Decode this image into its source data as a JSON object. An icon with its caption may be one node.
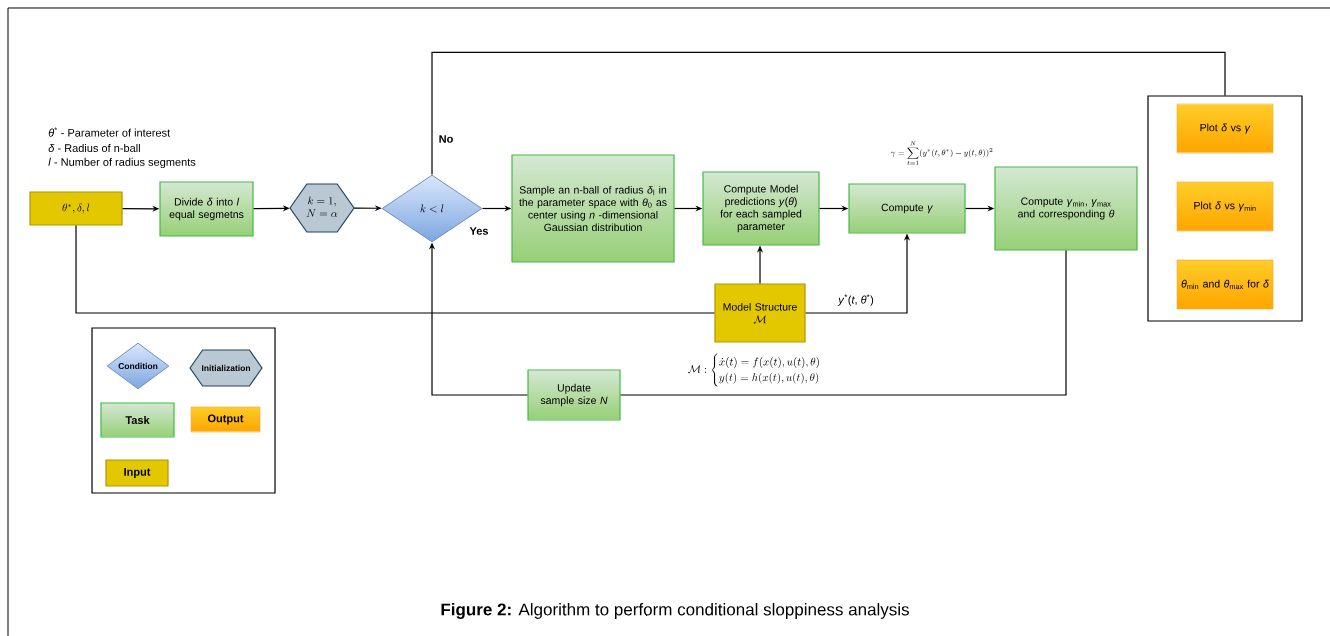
{
  "diagram": {
    "caption": "**Figure 2:** Algorithm to perform conditional sloppiness analysis",
    "nodes": [
      {
        "text": [
          "\\theta^{*}, \\delta, l"
        ]
      },
      {
        "text": [
          "Divide *δ* into *l* equal segmetns"
        ]
      },
      {
        "text": [
          "\\begin{array}{c}k=1,\\\\ N=\\alpha\\end{array}"
        ]
      },
      {
        "text": [
          "k<l"
        ]
      },
      {
        "text": [
          "Sample an n-ball of radius *δ*$_{l}$ in the parameter space with *θ*$_{0}$ as center using *n* -dimensional Gaussian distribution"
        ]
      },
      {
        "text": [
          "Compute Model predictions *y*(*θ*) for each sampled parameter"
        ]
      },
      {
        "text": [
          "Compute *γ*"
        ]
      },
      {
        "text": [
          "Compute *γ*$_{min}$, *γ*$_{max}$ and corresponding *θ*"
        ]
      },
      {
        "text": [],
        "shape": "box"
      },
      {
        "text": [
          "Plot *δ* vs *γ*"
        ],
        "in": 8
      },
      {
        "text": [
          "Plot *δ* vs *γ*$_{min}$"
        ],
        "in": 8
      },
      {
        "text": [
          "*θ*$_{min}$ and *θ*$_{max}$ for *δ*"
        ],
        "in": 8
      },
      {
        "text": [
          "Model Structure",
          "\\mathcal{M}"
        ]
      },
      {
        "text": [
          "Update sample size *N*"
        ]
      }
    ],
    "edges": [
      {
        "from": 0,
        "to": 1,
        "arrow": "to"
      },
      {
        "from": 1,
        "to": 2,
        "arrow": "to"
      },
      {
        "from": 2,
        "to": 3,
        "arrow": "to"
      },
      {
        "from": 3,
        "to": 4,
        "arrow": "to",
        "label": "Yes"
      },
      {
        "from": 4,
        "to": 5,
        "arrow": "to"
      },
      {
        "from": 5,
        "to": 6,
        "arrow": "to"
      },
      {
        "from": 6,
        "to": 7,
        "arrow": "to"
      },
      {
        "from": 3,
        "to": 8,
        "arrow": "none",
        "label": "No"
      },
      {
        "from": 0,
        "to": 12,
        "arrow": "none"
      },
      {
        "from": 12,
        "to": 6,
        "arrow": "to",
        "label": "*y*$^{*}$(*t*, *θ*$^{*}$)"
      },
      {
        "from": 12,
        "to": 5,
        "arrow": "to"
      },
      {
        "from": 7,
        "to": 13,
        "arrow": "none"
      },
      {
        "from": 13,
        "to": 3,
        "arrow": "to"
      }
    ],
    "labels": [
      "*θ*$^{*}$ - Parameter of interest",
      "*δ* - Radius of n-ball",
      "*l* - Number of radius segments",
      "\\gamma=\\sum_{t=1}^{N}(y^{*}(t,\\theta^{*})-y(t,\\theta))^{2}",
      "\\mathcal{M}:\\begin{cases}\\dot{x}(t)=f(x(t),u(t),\\theta)\\\\ y(t)=h(x(t),u(t),\\theta)\\end{cases}"
    ],
    "legend": [
      {
        "text": "Condition"
      },
      {
        "text": "Initialization"
      },
      {
        "text": "Task"
      },
      {
        "text": "Output"
      },
      {
        "text": "Input"
      }
    ]
  }
}
